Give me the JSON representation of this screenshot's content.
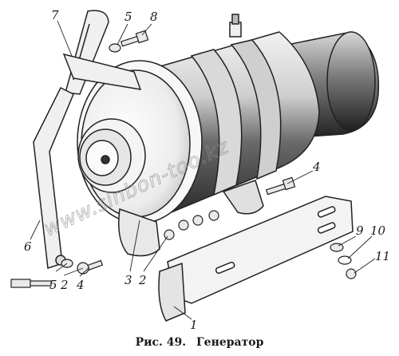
{
  "figure": {
    "caption_prefix": "Рис. 49.",
    "caption_title": "Генератор",
    "watermark": "www.sinbon-too.kz",
    "callouts": [
      "7",
      "5",
      "8",
      "4",
      "6",
      "5",
      "2",
      "4",
      "3",
      "2",
      "1",
      "9",
      "10",
      "11"
    ]
  }
}
